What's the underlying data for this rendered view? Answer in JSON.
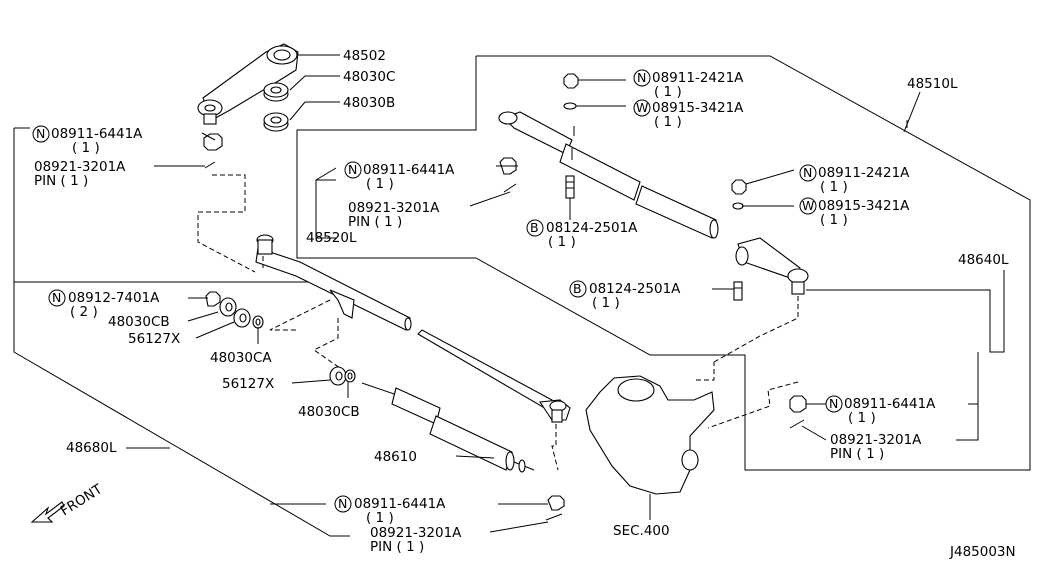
{
  "labels": {
    "l48502": "48502",
    "l48030C": "48030C",
    "l48030B": "48030B",
    "l48510L": "48510L",
    "n1": "08911-6441A",
    "n1q": "( 1 )",
    "p1": "08921-3201A",
    "p1q": "PIN ( 1 )",
    "n2": "08911-2421A",
    "n2q": "( 1 )",
    "w1": "08915-3421A",
    "w1q": "( 1 )",
    "n3": "08911-6441A",
    "n3q": "( 1 )",
    "p2": "08921-3201A",
    "p2q": "PIN ( 1 )",
    "l48520L": "48520L",
    "b1": "08124-2501A",
    "b1q": "( 1 )",
    "n4": "08911-2421A",
    "n4q": "( 1 )",
    "w2": "08915-3421A",
    "w2q": "( 1 )",
    "l48640L": "48640L",
    "b2": "08124-2501A",
    "b2q": "( 1 )",
    "n5": "08912-7401A",
    "n5q": "( 2 )",
    "l48030CB": "48030CB",
    "l56127X": "56127X",
    "l48030CA": "48030CA",
    "l56127X2": "56127X",
    "l48030CB2": "48030CB",
    "l48610": "48610",
    "l48680L": "48680L",
    "n6": "08911-6441A",
    "n6q": "( 1 )",
    "p3": "08921-3201A",
    "p3q": "PIN ( 1 )",
    "n7": "08911-6441A",
    "n7q": "( 1 )",
    "p4": "08921-3201A",
    "p4q": "PIN ( 1 )",
    "sec": "SEC.400",
    "front": "FRONT",
    "code": "J485003N"
  },
  "prefixes": {
    "n": "N",
    "w": "W",
    "b": "B"
  }
}
